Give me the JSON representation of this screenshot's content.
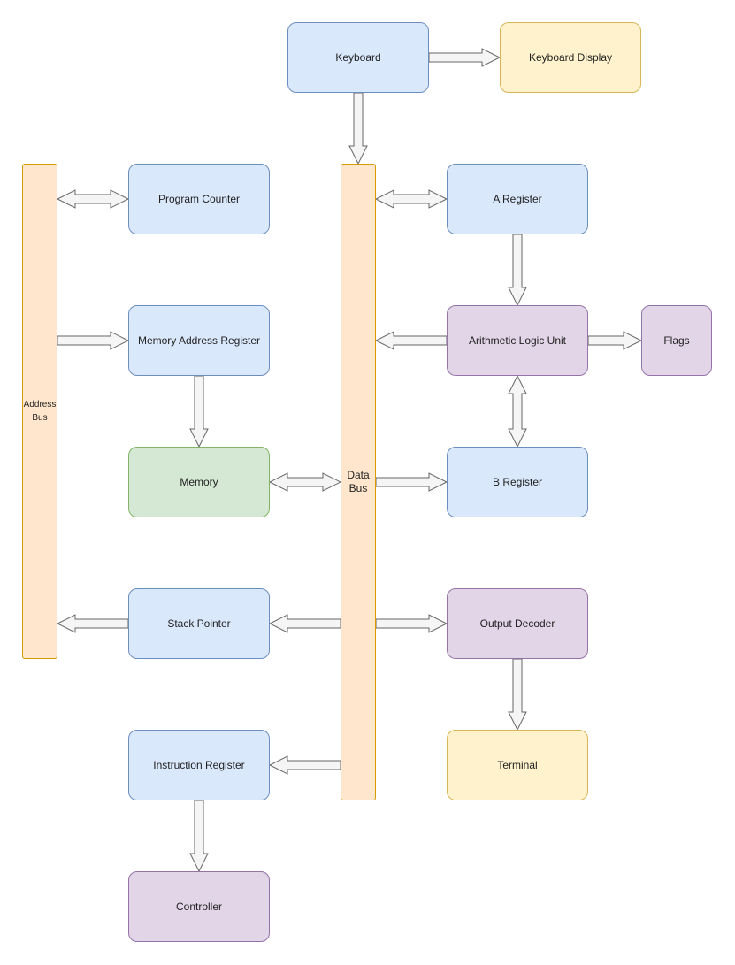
{
  "palette": {
    "blue": {
      "fill": "#dae8fc",
      "stroke": "#6c8ebf"
    },
    "yellow": {
      "fill": "#fff2cc",
      "stroke": "#d6b656"
    },
    "green": {
      "fill": "#d5e8d4",
      "stroke": "#82b366"
    },
    "purple": {
      "fill": "#e1d5e7",
      "stroke": "#9673a6"
    },
    "orange": {
      "fill": "#ffe6cc",
      "stroke": "#d79b00"
    },
    "arrow_fill": "#f5f5f5",
    "arrow_stroke": "#666666"
  },
  "buses": {
    "address": {
      "line1": "Address",
      "line2": "Bus"
    },
    "data": {
      "line1": "Data",
      "line2": "Bus"
    }
  },
  "blocks": {
    "keyboard": {
      "label": "Keyboard",
      "color": "blue"
    },
    "keyboard_display": {
      "label": "Keyboard Display",
      "color": "yellow"
    },
    "program_counter": {
      "label": "Program Counter",
      "color": "blue"
    },
    "a_register": {
      "label": "A Register",
      "color": "blue"
    },
    "memory_address_register": {
      "label": "Memory Address Register",
      "color": "blue"
    },
    "alu": {
      "label": "Arithmetic Logic Unit",
      "color": "purple"
    },
    "flags": {
      "label": "Flags",
      "color": "purple"
    },
    "memory": {
      "label": "Memory",
      "color": "green"
    },
    "b_register": {
      "label": "B Register",
      "color": "blue"
    },
    "stack_pointer": {
      "label": "Stack Pointer",
      "color": "blue"
    },
    "output_decoder": {
      "label": "Output Decoder",
      "color": "purple"
    },
    "terminal": {
      "label": "Terminal",
      "color": "yellow"
    },
    "instruction_register": {
      "label": "Instruction Register",
      "color": "blue"
    },
    "controller": {
      "label": "Controller",
      "color": "purple"
    }
  },
  "connections": [
    {
      "from": "keyboard",
      "to": "keyboard_display",
      "direction": "one-way"
    },
    {
      "from": "keyboard",
      "to": "data_bus",
      "direction": "one-way"
    },
    {
      "from": "program_counter",
      "to": "address_bus",
      "direction": "two-way"
    },
    {
      "from": "address_bus",
      "to": "memory_address_register",
      "direction": "one-way"
    },
    {
      "from": "memory_address_register",
      "to": "memory",
      "direction": "one-way"
    },
    {
      "from": "memory",
      "to": "data_bus",
      "direction": "two-way"
    },
    {
      "from": "stack_pointer",
      "to": "address_bus",
      "direction": "one-way"
    },
    {
      "from": "data_bus",
      "to": "stack_pointer",
      "direction": "one-way"
    },
    {
      "from": "data_bus",
      "to": "instruction_register",
      "direction": "one-way"
    },
    {
      "from": "instruction_register",
      "to": "controller",
      "direction": "one-way"
    },
    {
      "from": "a_register",
      "to": "data_bus",
      "direction": "two-way"
    },
    {
      "from": "a_register",
      "to": "alu",
      "direction": "one-way"
    },
    {
      "from": "alu",
      "to": "data_bus",
      "direction": "one-way"
    },
    {
      "from": "alu",
      "to": "flags",
      "direction": "one-way"
    },
    {
      "from": "alu",
      "to": "b_register",
      "direction": "two-way"
    },
    {
      "from": "data_bus",
      "to": "b_register",
      "direction": "one-way"
    },
    {
      "from": "data_bus",
      "to": "output_decoder",
      "direction": "one-way"
    },
    {
      "from": "output_decoder",
      "to": "terminal",
      "direction": "one-way"
    }
  ]
}
